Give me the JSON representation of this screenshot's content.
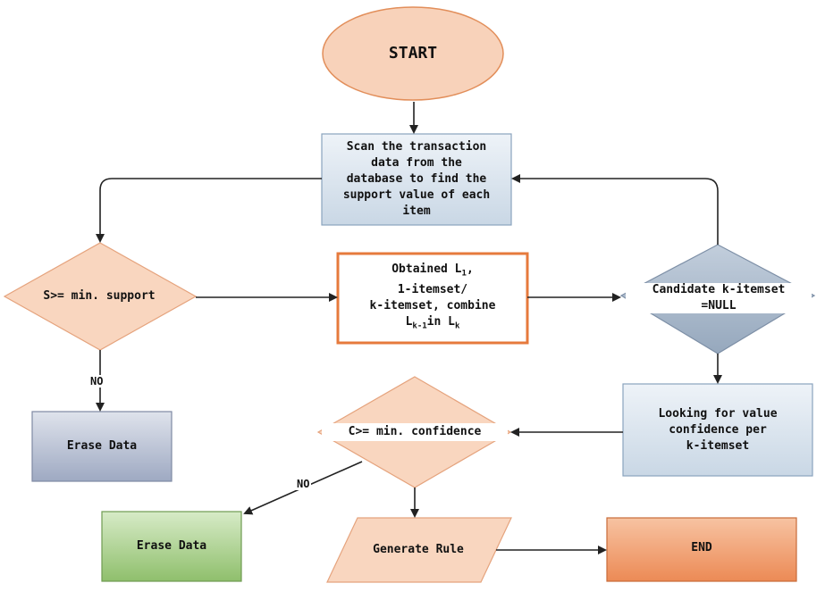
{
  "start": {
    "label": "START"
  },
  "scan": {
    "lines": [
      "Scan the transaction",
      "data from the",
      "database to find the",
      "support value of each",
      "item"
    ]
  },
  "support_decision": {
    "label": "S>= min. support"
  },
  "obtained": {
    "line1_main": "Obtained L",
    "line1_sub": "1",
    "line1_tail": ",",
    "line2": "1-itemset/",
    "line3": "k-itemset, combine",
    "line4_a": "L",
    "line4_a_sub": "k-1",
    "line4_b": "in L",
    "line4_b_sub": "k"
  },
  "candidate": {
    "lines": [
      "Candidate k-itemset",
      "=NULL"
    ]
  },
  "looking": {
    "lines": [
      "Looking for value",
      "confidence per",
      "k-itemset"
    ]
  },
  "confidence_decision": {
    "label": "C>= min. confidence"
  },
  "erase1": {
    "label": "Erase Data"
  },
  "erase2": {
    "label": "Erase Data"
  },
  "generate": {
    "label": "Generate Rule"
  },
  "end": {
    "label": "END"
  },
  "no_label_1": "NO",
  "no_label_2": "NO",
  "colors": {
    "start_fill": "#f8d2ba",
    "start_stroke": "#e28e5a",
    "scan_fill": "#dde8f2",
    "decision_fill": "#f9d6bf",
    "decision_stroke": "#e5a37d",
    "obtained_stroke": "#e67a3c",
    "candidate_fill": "#a9b9cc",
    "erase1_fill": "#b8c0d2",
    "erase2_fill": "#a8cc8c",
    "end_fill": "#f09c6a"
  }
}
